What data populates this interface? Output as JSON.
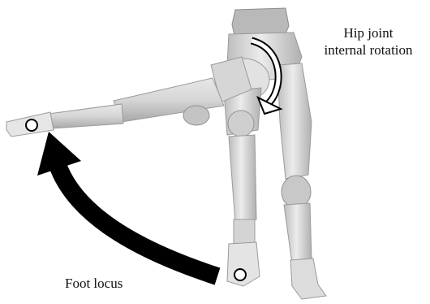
{
  "labels": {
    "hip_line1": "Hip joint",
    "hip_line2": "internal rotation",
    "foot": "Foot locus"
  },
  "colors": {
    "figure_light": "#e4e4e4",
    "figure_mid": "#c9c9c9",
    "figure_dark": "#9a9a9a",
    "arrow": "#000000",
    "marker_fill": "#ffffff"
  }
}
